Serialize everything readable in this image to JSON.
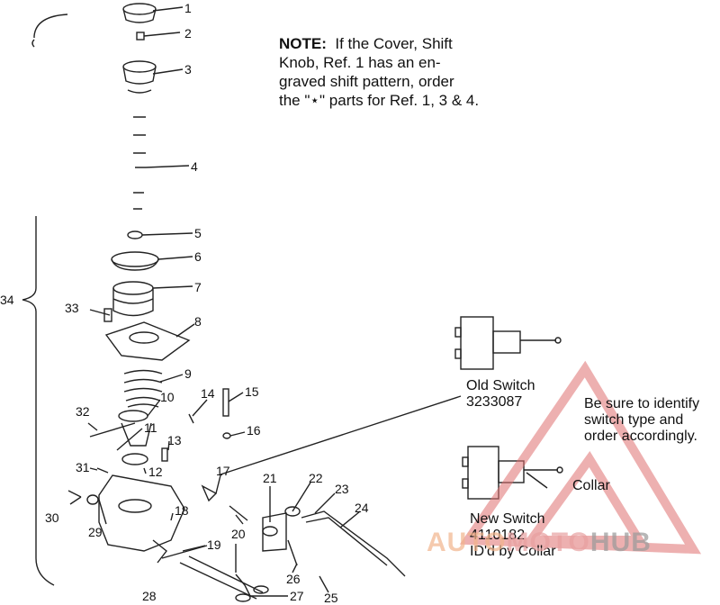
{
  "note": {
    "prefix": "NOTE:",
    "lines": [
      "If the Cover, Shift",
      "Knob, Ref. 1 has an en-",
      "graved shift pattern, order",
      "the \"⋆\" parts for Ref. 1, 3 & 4."
    ]
  },
  "callouts": [
    "1",
    "2",
    "3",
    "4",
    "5",
    "6",
    "7",
    "8",
    "9",
    "10",
    "11",
    "12",
    "13",
    "14",
    "15",
    "16",
    "17",
    "18",
    "19",
    "20",
    "21",
    "22",
    "23",
    "24",
    "25",
    "26",
    "27",
    "28",
    "29",
    "30",
    "31",
    "32",
    "33",
    "34"
  ],
  "old_switch": {
    "title": "Old Switch",
    "part": "3233087"
  },
  "new_switch": {
    "title": "New Switch",
    "part": "4110182",
    "note": "ID'd by Collar"
  },
  "collar_label": "Collar",
  "identify_note": [
    "Be sure to identify",
    "switch type and",
    "order accordingly."
  ],
  "watermark": {
    "text_a": "AUTO",
    "text_b": "MOTO",
    "text_c": "HUB",
    "color": "#e8a0a0"
  }
}
